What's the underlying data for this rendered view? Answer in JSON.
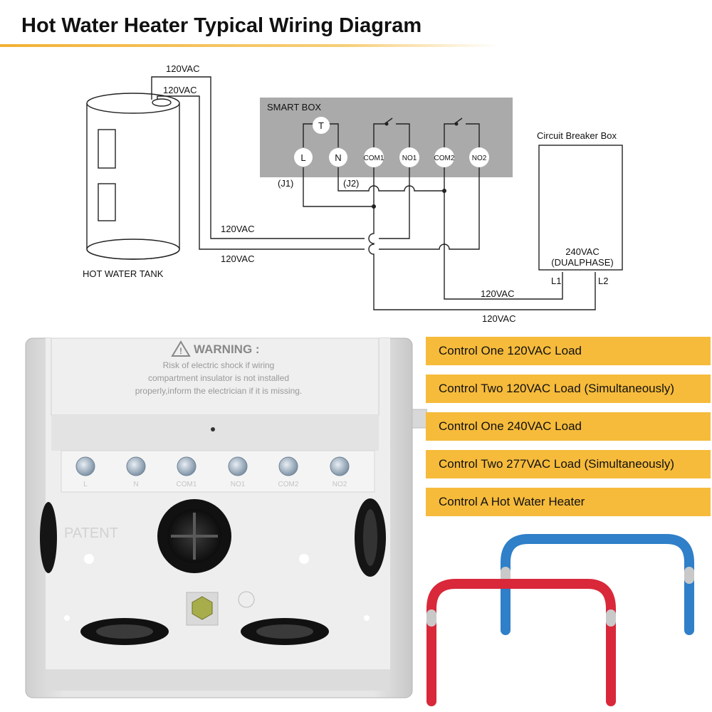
{
  "title": "Hot Water Heater Typical Wiring Diagram",
  "diagram": {
    "tank_label": "HOT WATER TANK",
    "smart_box_label": "SMART BOX",
    "breaker_box_label": "Circuit Breaker Box",
    "breaker_voltage": "240VAC",
    "breaker_phase": "(DUALPHASE)",
    "terminals": {
      "t": "T",
      "l": "L",
      "n": "N",
      "com1": "COM1",
      "no1": "NO1",
      "com2": "COM2",
      "no2": "NO2"
    },
    "j1": "(J1)",
    "j2": "(J2)",
    "l1": "L1",
    "l2": "L2",
    "volt_top_outer": "120VAC",
    "volt_top_inner": "120VAC",
    "volt_mid_upper": "120VAC",
    "volt_mid_lower": "120VAC",
    "volt_bottom_upper": "120VAC",
    "volt_bottom_lower": "120VAC"
  },
  "photo": {
    "warning_title": "WARNING :",
    "warning_line1": "Risk of electric shock if wiring",
    "warning_line2": "compartment insulator is not installed",
    "warning_line3": "properly,inform the electrician if it is missing.",
    "terminal_labels": [
      "L",
      "N",
      "COM1",
      "NO1",
      "COM2",
      "NO2"
    ],
    "patent_text": "PATENT"
  },
  "features": [
    "Control One 120VAC Load",
    "Control Two 120VAC Load (Simultaneously)",
    "Control One 240VAC Load",
    "Control Two 277VAC Load (Simultaneously)",
    "Control A Hot Water Heater"
  ],
  "colors": {
    "accent": "#f6bb3b",
    "wire_red": "#d8283a",
    "wire_blue": "#2f7fc9",
    "box_gray": "#aaaaaa"
  }
}
